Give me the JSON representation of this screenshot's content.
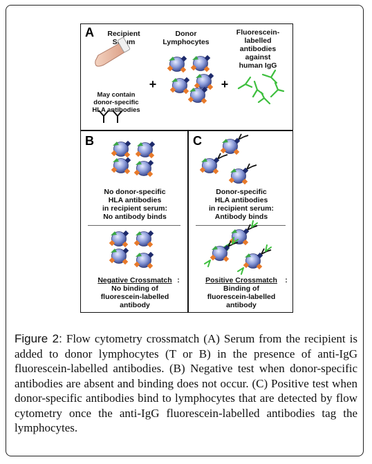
{
  "panel_a": {
    "label": "A",
    "recipient_title": "Recipient\nSerum",
    "donor_title": "Donor\nLymphocytes",
    "antibody_title": "Fluorescein-\nlabelled\nantibodies\nagainst\nhuman IgG",
    "serum_note": "May contain\ndonor-specific\nHLA antibodies",
    "plus": "+"
  },
  "panel_b": {
    "label": "B",
    "desc": "No donor-specific\nHLA antibodies\nin recipient serum:\nNo antibody binds",
    "result_title": "Negative Crossmatch",
    "result_desc": "No binding of\nfluorescein-labelled\nantibody"
  },
  "panel_c": {
    "label": "C",
    "desc": "Donor-specific\nHLA antibodies\nin recipient serum:\nAntibody binds",
    "result_title": "Positive Crossmatch",
    "result_desc": "Binding of\nfluorescein-labelled\nantibody"
  },
  "caption": {
    "lead": "Figure 2:",
    "text": " Flow cytometry crossmatch (A) Serum from the recipient is added to donor lymphocytes (T or B) in the presence of anti-IgG fluorescein-labelled antibodies. (B) Negative test when donor-specific antibodies are absent and binding does not occur. (C) Positive test when donor-specific antibodies bind to lymphocytes that are detected by flow cytometry once the anti-IgG fluorescein-labelled antibodies tag the lymphocytes."
  },
  "colors": {
    "cell_fill": "#8a9ad8",
    "marker_green": "#3aa845",
    "marker_orange": "#e87a2a",
    "marker_navy": "#1d2a6b",
    "fluor_green": "#3fbf3f",
    "tube": "#e8b8a0"
  }
}
